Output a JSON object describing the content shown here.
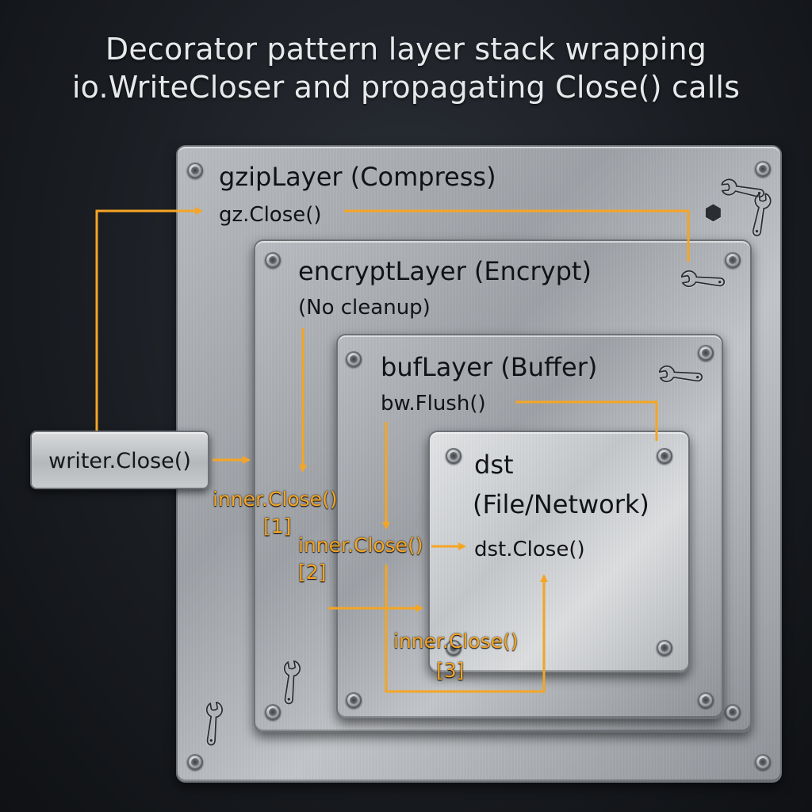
{
  "title": {
    "line1": "Decorator pattern layer stack wrapping",
    "line2": "io.WriteCloser and propagating Close() calls"
  },
  "layers": {
    "gzip": {
      "title": "gzipLayer (Compress)",
      "call": "gz.Close()"
    },
    "encrypt": {
      "title": "encryptLayer (Encrypt)",
      "call": "(No cleanup)"
    },
    "buf": {
      "title": "bufLayer (Buffer)",
      "call": "bw.Flush()"
    },
    "dst": {
      "title_line1": "dst",
      "title_line2": "(File/Network)",
      "call": "dst.Close()"
    }
  },
  "writer": {
    "label": "writer.Close()"
  },
  "propagation": [
    {
      "call": "inner.Close()",
      "step": "[1]"
    },
    {
      "call": "inner.Close()",
      "step": "[2]"
    },
    {
      "call": "inner.Close()",
      "step": "[3]"
    }
  ],
  "colors": {
    "arrow": "#f5a524",
    "label_text": "#111316",
    "title_text": "#e6e8ea"
  },
  "icons": [
    "wrench-icon",
    "nut-icon",
    "screw-icon"
  ]
}
